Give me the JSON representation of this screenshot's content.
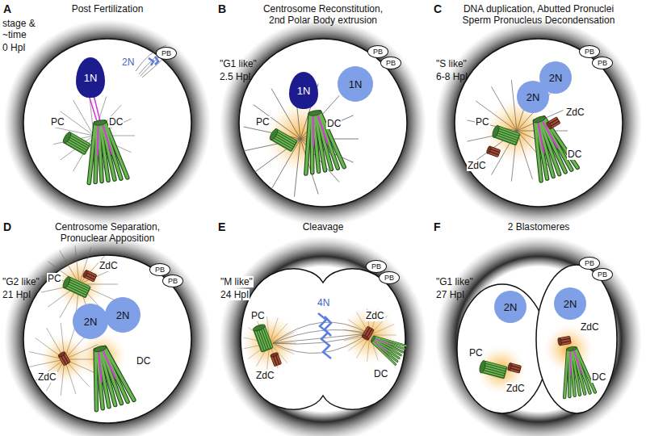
{
  "diagram": {
    "nodes": [
      {
        "text": [
          "PB"
        ]
      },
      {
        "text": [
          "1N"
        ]
      },
      {
        "text": [
          "PB"
        ]
      },
      {
        "text": [
          "PB"
        ]
      },
      {
        "text": [
          "1N"
        ]
      },
      {
        "text": [
          "1N"
        ]
      },
      {
        "text": [
          "PB"
        ]
      },
      {
        "text": [
          "PB"
        ]
      },
      {
        "text": [
          "2N"
        ]
      },
      {
        "text": [
          "2N"
        ]
      },
      {
        "text": [
          "PB"
        ]
      },
      {
        "text": [
          "PB"
        ]
      },
      {
        "text": [
          "2N"
        ]
      },
      {
        "text": [
          "2N"
        ]
      },
      {
        "text": [
          "PB"
        ]
      },
      {
        "text": [
          "PB"
        ]
      },
      {
        "text": [
          "PB"
        ]
      },
      {
        "text": [
          "PB"
        ]
      },
      {
        "text": [
          "2N"
        ]
      },
      {
        "text": [
          "2N"
        ]
      }
    ],
    "labels": [
      "A",
      "Post Fertilization",
      "stage & ~time",
      "0 HpI",
      "2N",
      "PC",
      "DC",
      "B",
      "Centrosome Reconstitution, 2nd Polar Body extrusion",
      "\"G1 like\"",
      "2.5 HpI",
      "PC",
      "DC",
      "C",
      "DNA duplication, Abutted Pronuclei Sperm Pronucleus Decondensation",
      "\"S like\"",
      "6-8 HpI",
      "ZdC",
      "PC",
      "ZdC",
      "DC",
      "D",
      "Centrosome Separation, Pronuclear Apposition",
      "\"G2 like\"",
      "21 HpI",
      "ZdC",
      "PC",
      "ZdC",
      "DC",
      "E",
      "Cleavage",
      "\"M like\"",
      "24 HpI",
      "4N",
      "PC",
      "ZdC",
      "ZdC",
      "DC",
      "F",
      "2 Blastomeres",
      "\"G1 like\"",
      "27 HpI",
      "PC",
      "ZdC",
      "ZdC",
      "DC"
    ]
  }
}
